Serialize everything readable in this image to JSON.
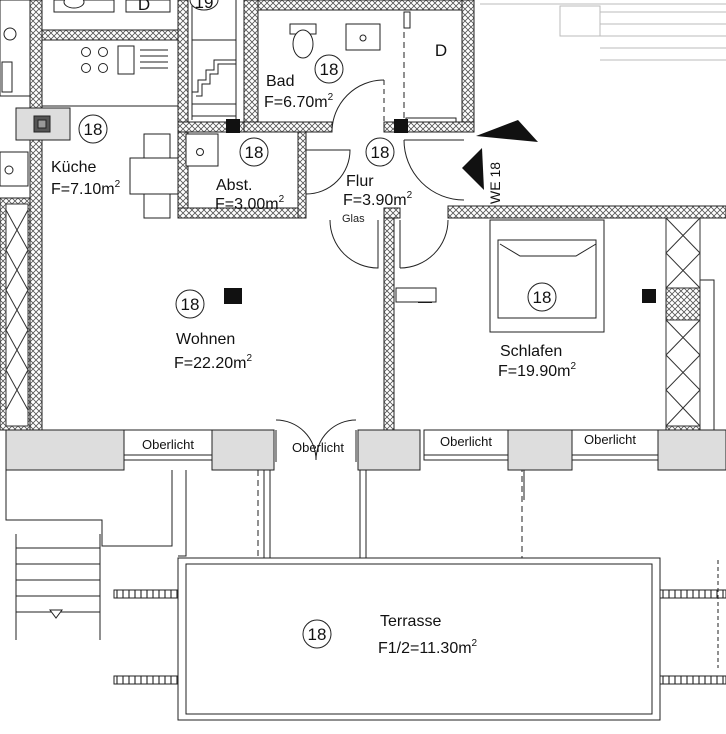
{
  "unit_tag": "18",
  "top_labels": {
    "room_d_top": "D",
    "unit_19": "19",
    "bath_d": "D"
  },
  "rooms": {
    "kueche": {
      "name": "Küche",
      "area": "F=7.10m",
      "num": "18"
    },
    "bad": {
      "name": "Bad",
      "area": "F=6.70m",
      "num": "18"
    },
    "abst": {
      "name": "Abst.",
      "area": "F=3.00m",
      "num": "18"
    },
    "flur": {
      "name": "Flur",
      "area": "F=3.90m",
      "num": "18",
      "door_note": "Glas"
    },
    "wohnen": {
      "name": "Wohnen",
      "area": "F=22.20m",
      "num": "18"
    },
    "schlafen": {
      "name": "Schlafen",
      "area": "F=19.90m",
      "num": "18"
    },
    "terrasse": {
      "name": "Terrasse",
      "area": "F1/2=11.30m",
      "num": "18"
    }
  },
  "superscript": "2",
  "entrance": "WE 18",
  "windows": [
    "Oberlicht",
    "Oberlicht",
    "Oberlicht",
    "Oberlicht"
  ]
}
